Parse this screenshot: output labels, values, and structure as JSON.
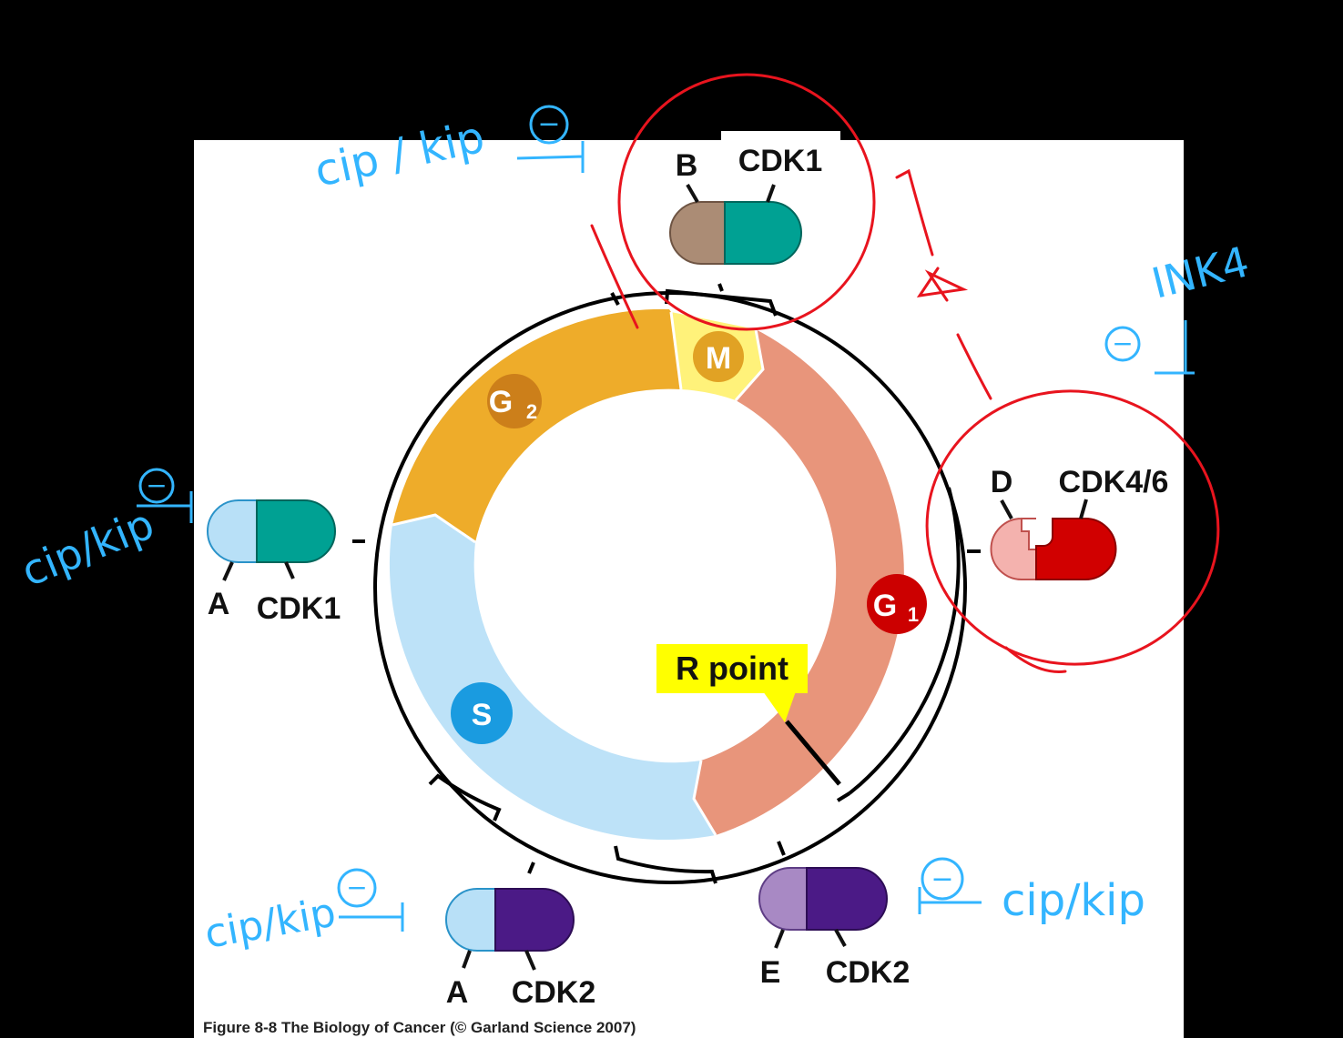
{
  "phases": {
    "m": "M",
    "g2": "G2",
    "g2_base": "G",
    "g2_sub": "2",
    "g1_base": "G",
    "g1_sub": "1",
    "s": "S"
  },
  "r_point": "R point",
  "complexes": {
    "b_cdk1": {
      "cyclin": "B",
      "cdk": "CDK1"
    },
    "a_cdk1": {
      "cyclin": "A",
      "cdk": "CDK1"
    },
    "a_cdk2": {
      "cyclin": "A",
      "cdk": "CDK2"
    },
    "e_cdk2": {
      "cyclin": "E",
      "cdk": "CDK2"
    },
    "d_cdk46": {
      "cyclin": "D",
      "cdk": "CDK4/6"
    }
  },
  "annotations": {
    "cipkip_top": "cip / kip",
    "cipkip_left": "cip/kip",
    "cipkip_bottom_left": "cip/kip",
    "cipkip_bottom_right": "cip/kip",
    "ink4": "INK4",
    "minus": "−"
  },
  "caption": "Figure 8-8  The Biology of Cancer (© Garland Science 2007)",
  "colors": {
    "g2": "#eeac2a",
    "g2_badge": "#cc7f1a",
    "m": "#fff27a",
    "m_badge": "#e1a224",
    "g1": "#e8957b",
    "g1_badge": "#cc0000",
    "s": "#bde2f8",
    "s_badge": "#1a9be0",
    "cdk1": "#00a193",
    "cdk2": "#4b1a86",
    "cyclin_b": "#ab8c75",
    "cyclin_a": "#b8e0f7",
    "cyclin_e": "#a889c4",
    "cyclin_d": "#f4b2ae",
    "cdk46": "#d10000",
    "annotation_blue": "#33b5ff",
    "annotation_red": "#e8141e",
    "r_point_bg": "#ffff00"
  }
}
